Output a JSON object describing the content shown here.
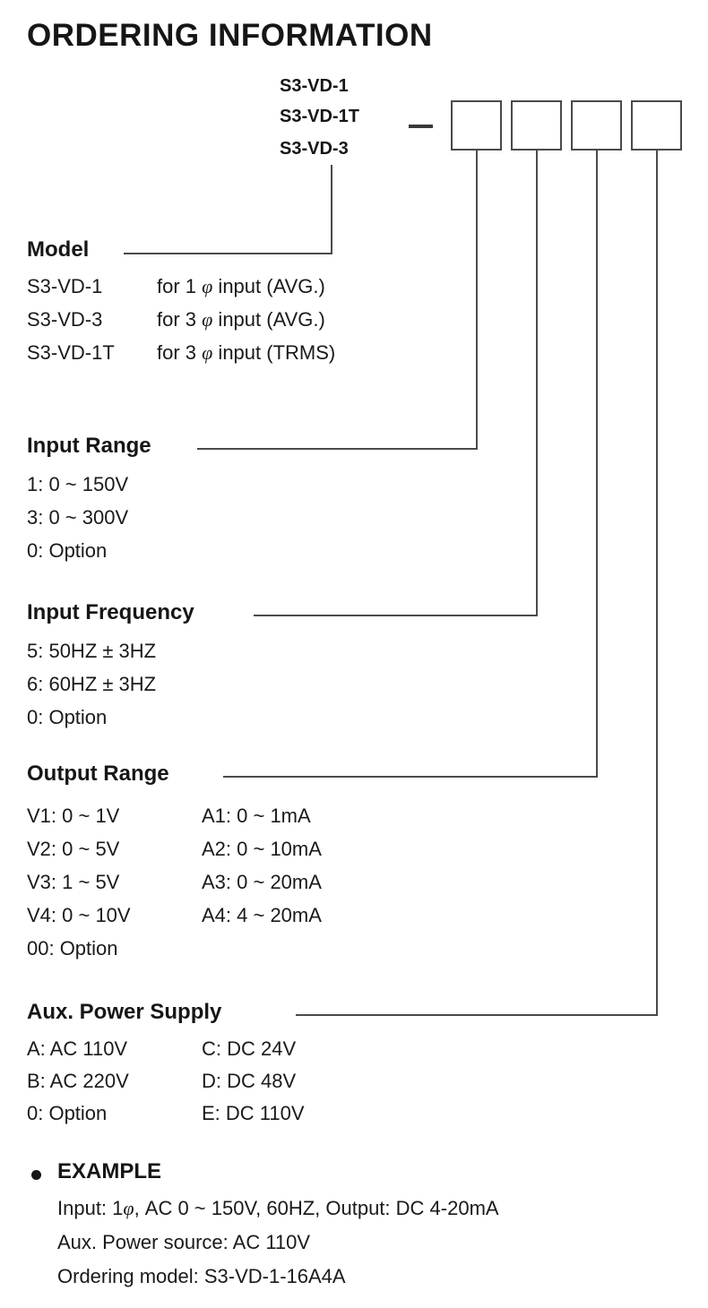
{
  "title": "ORDERING  INFORMATION",
  "code_stack": {
    "models": [
      "S3-VD-1",
      "S3-VD-1T",
      "S3-VD-3"
    ],
    "separator": "_",
    "boxes": [
      "",
      "",
      "",
      ""
    ]
  },
  "sections": {
    "model": {
      "heading": "Model",
      "rows": [
        {
          "code": "S3-VD-1",
          "desc_pre": "for 1 ",
          "phi": "φ",
          "desc_post": " input (AVG.)"
        },
        {
          "code": "S3-VD-3",
          "desc_pre": "for 3 ",
          "phi": "φ",
          "desc_post": " input (AVG.)"
        },
        {
          "code": "S3-VD-1T",
          "desc_pre": "for 3 ",
          "phi": "φ",
          "desc_post": " input (TRMS)"
        }
      ]
    },
    "input_range": {
      "heading": "Input  Range",
      "rows": [
        "1: 0 ~ 150V",
        "3: 0 ~ 300V",
        "0: Option"
      ]
    },
    "input_frequency": {
      "heading": "Input  Frequency",
      "rows": [
        "5: 50HZ ± 3HZ",
        "6: 60HZ ± 3HZ",
        "0: Option"
      ]
    },
    "output_range": {
      "heading": "Output  Range",
      "col_left": [
        "V1: 0 ~ 1V",
        "V2: 0 ~ 5V",
        "V3: 1 ~ 5V",
        "V4: 0 ~ 10V",
        "00: Option"
      ],
      "col_right": [
        "A1: 0 ~ 1mA",
        "A2: 0 ~ 10mA",
        "A3: 0 ~ 20mA",
        "A4: 4 ~ 20mA"
      ]
    },
    "aux_power_supply": {
      "heading": "Aux.  Power  Supply",
      "col_left": [
        "A: AC 110V",
        "B: AC 220V",
        "0: Option"
      ],
      "col_right": [
        "C: DC   24V",
        "D: DC   48V",
        "E: DC 110V"
      ]
    }
  },
  "example": {
    "heading": "EXAMPLE",
    "input_pre": "Input: 1",
    "input_phi": "φ",
    "input_post": ", AC  0 ~ 150V,  60HZ,  Output: DC 4-20mA",
    "aux": "Aux. Power source: AC 110V",
    "ordering": "Ordering  model: S3-VD-1-16A4A"
  },
  "colors": {
    "text": "#1a1a1a",
    "line": "#4a4a4a",
    "background": "#ffffff"
  }
}
